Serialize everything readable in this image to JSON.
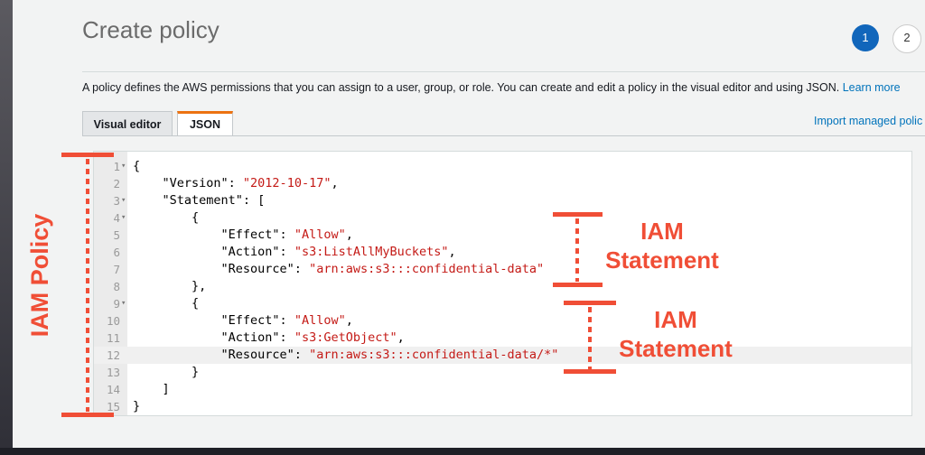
{
  "page": {
    "title": "Create policy",
    "steps": [
      "1",
      "2"
    ],
    "description": "A policy defines the AWS permissions that you can assign to a user, group, or role. You can create and edit a policy in the visual editor and using JSON.",
    "learn_more": "Learn more",
    "import_link": "Import managed polic"
  },
  "tabs": [
    {
      "label": "Visual editor",
      "active": false
    },
    {
      "label": "JSON",
      "active": true
    }
  ],
  "editor": {
    "active_line": 12,
    "lines": [
      {
        "n": "1",
        "fold": true,
        "key": "{",
        "val": "",
        "tail": ""
      },
      {
        "n": "2",
        "fold": false,
        "key": "    \"Version\": ",
        "val": "\"2012-10-17\"",
        "tail": ","
      },
      {
        "n": "3",
        "fold": true,
        "key": "    \"Statement\": [",
        "val": "",
        "tail": ""
      },
      {
        "n": "4",
        "fold": true,
        "key": "        {",
        "val": "",
        "tail": ""
      },
      {
        "n": "5",
        "fold": false,
        "key": "            \"Effect\": ",
        "val": "\"Allow\"",
        "tail": ","
      },
      {
        "n": "6",
        "fold": false,
        "key": "            \"Action\": ",
        "val": "\"s3:ListAllMyBuckets\"",
        "tail": ","
      },
      {
        "n": "7",
        "fold": false,
        "key": "            \"Resource\": ",
        "val": "\"arn:aws:s3:::confidential-data\"",
        "tail": ""
      },
      {
        "n": "8",
        "fold": false,
        "key": "        },",
        "val": "",
        "tail": ""
      },
      {
        "n": "9",
        "fold": true,
        "key": "        {",
        "val": "",
        "tail": ""
      },
      {
        "n": "10",
        "fold": false,
        "key": "            \"Effect\": ",
        "val": "\"Allow\"",
        "tail": ","
      },
      {
        "n": "11",
        "fold": false,
        "key": "            \"Action\": ",
        "val": "\"s3:GetObject\"",
        "tail": ","
      },
      {
        "n": "12",
        "fold": false,
        "key": "            \"Resource\": ",
        "val": "\"arn:aws:s3:::confidential-data/*\"",
        "tail": ""
      },
      {
        "n": "13",
        "fold": false,
        "key": "        }",
        "val": "",
        "tail": ""
      },
      {
        "n": "14",
        "fold": false,
        "key": "    ]",
        "val": "",
        "tail": ""
      },
      {
        "n": "15",
        "fold": false,
        "key": "}",
        "val": "",
        "tail": ""
      }
    ]
  },
  "annotations": {
    "policy_label": "IAM Policy",
    "statement_label_1": "IAM\nStatement",
    "statement_label_2": "IAM\nStatement",
    "color": "#f04e36"
  }
}
